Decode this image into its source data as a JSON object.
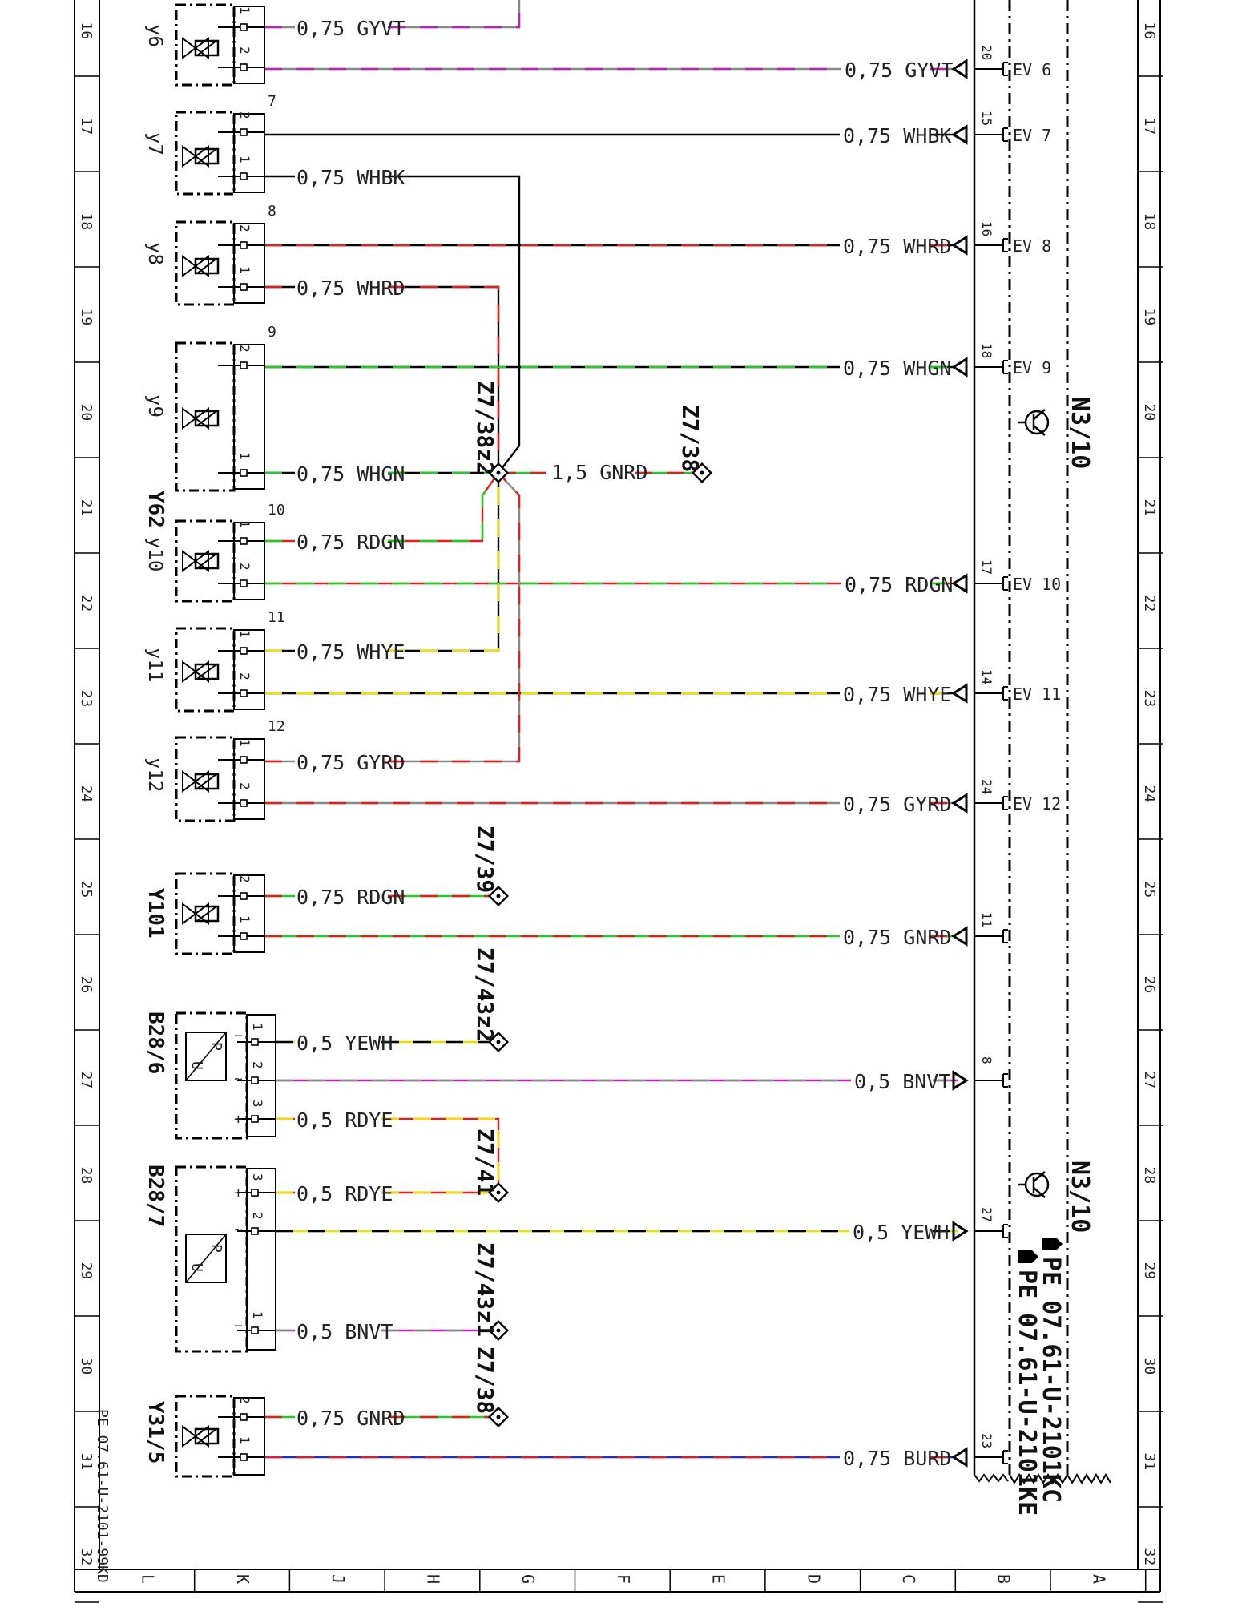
{
  "diagram": {
    "row_numbers": [
      "16",
      "17",
      "18",
      "19",
      "20",
      "21",
      "22",
      "23",
      "24",
      "25",
      "26",
      "27",
      "28",
      "29",
      "30",
      "31",
      "32"
    ],
    "column_letters": [
      "L",
      "K",
      "J",
      "H",
      "G",
      "F",
      "E",
      "D",
      "C",
      "B",
      "A"
    ],
    "module": "N3/10",
    "sheet_code": "PE 07.61-U-2101-99KD",
    "references": [
      "PE 07.61-U-2101KC",
      "PE 07.61-U-2101KE"
    ],
    "solenoid_group": "Y62",
    "junction_main": "Z7/38z2",
    "junction_main_gnrd": "Z7/38",
    "junction_main_gnrd_wire": "1,5 GNRD",
    "valves": [
      {
        "id": "y6",
        "seq": "",
        "pin_a": "1",
        "pin_b": "2",
        "wire_a": "0,75 GYVT",
        "wire_b": "0,75 GYVT",
        "ecu_pin": "20",
        "ev": "EV 6",
        "c1": "#888888",
        "c2": "#c020c0"
      },
      {
        "id": "y7",
        "seq": "7",
        "pin_a": "2",
        "pin_b": "1",
        "wire_a": "0,75 WHBK",
        "wire_b": "0,75 WHBK",
        "ecu_pin": "15",
        "ev": "EV 7",
        "c1": "#000000",
        "c2": "#000000"
      },
      {
        "id": "y8",
        "seq": "8",
        "pin_a": "2",
        "pin_b": "1",
        "wire_a": "0,75 WHRD",
        "wire_b": "0,75 WHRD",
        "ecu_pin": "16",
        "ev": "EV 8",
        "c1": "#000000",
        "c2": "#e02020"
      },
      {
        "id": "y9",
        "seq": "9",
        "pin_a": "2",
        "pin_b": "1",
        "wire_a": "0,75 WHGN",
        "wire_b": "0,75 WHGN",
        "ecu_pin": "18",
        "ev": "EV 9",
        "c1": "#000000",
        "c2": "#22cc22"
      },
      {
        "id": "y10",
        "seq": "10",
        "pin_a": "1",
        "pin_b": "2",
        "wire_a": "0,75 RDGN",
        "wire_b": "0,75 RDGN",
        "ecu_pin": "17",
        "ev": "EV 10",
        "c1": "#e02020",
        "c2": "#22cc22"
      },
      {
        "id": "y11",
        "seq": "11",
        "pin_a": "1",
        "pin_b": "2",
        "wire_a": "0,75 WHYE",
        "wire_b": "0,75 WHYE",
        "ecu_pin": "14",
        "ev": "EV 11",
        "c1": "#000000",
        "c2": "#f0e000"
      },
      {
        "id": "y12",
        "seq": "12",
        "pin_a": "1",
        "pin_b": "2",
        "wire_a": "0,75 GYRD",
        "wire_b": "0,75 GYRD",
        "ecu_pin": "24",
        "ev": "EV 12",
        "c1": "#888888",
        "c2": "#e02020"
      }
    ],
    "y101": {
      "id": "Y101",
      "pin_a": "2",
      "pin_b": "1",
      "wire_a": "0,75 RDGN",
      "wire_b": "0,75 GNRD",
      "junction": "Z7/39",
      "ecu_pin": "11"
    },
    "b28_6": {
      "id": "B28/6",
      "pin1": "1",
      "pin2": "2",
      "pin3": "3",
      "wire1": "0,5 YEWH",
      "wire2": "0,5 BNVT",
      "wire3": "0,5 RDYE",
      "junction1": "Z7/43z2",
      "ecu_pin": "8",
      "sym_p": "P",
      "sym_u": "U"
    },
    "b28_7": {
      "id": "B28/7",
      "pin3": "3",
      "pin2": "2",
      "pin1": "1",
      "wire3": "0,5 RDYE",
      "wire2": "0,5 YEWH",
      "wire1": "0,5 BNVT",
      "junction3": "Z7/41",
      "junction1": "Z7/43z1",
      "ecu_pin": "27",
      "sym_p": "P",
      "sym_u": "U"
    },
    "y31_5": {
      "id": "Y31/5",
      "pin_a": "2",
      "pin_b": "1",
      "wire_a": "0,75 GNRD",
      "wire_b": "0,75 BURD",
      "junction": "Z7/38",
      "ecu_pin": "23"
    }
  }
}
